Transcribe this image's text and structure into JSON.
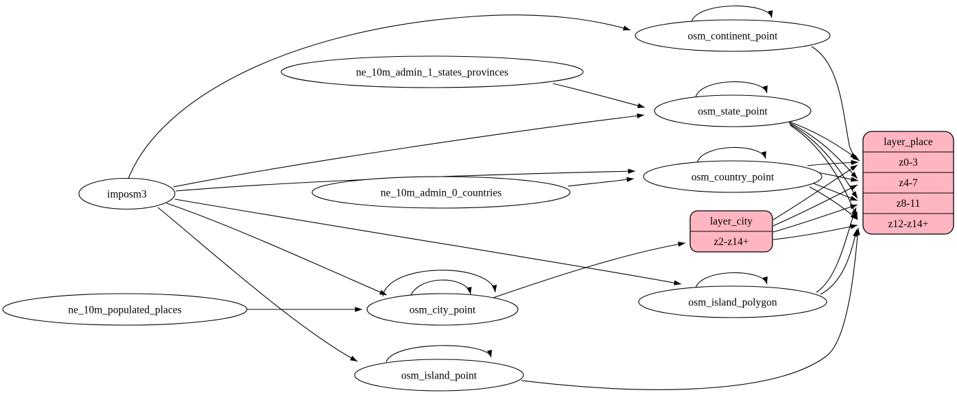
{
  "diagram": {
    "type": "directed-graph",
    "colors": {
      "background": "#ffffff",
      "node_fill": "#ffffff",
      "record_fill": "#ffb6c1",
      "stroke": "#000000"
    },
    "nodes": {
      "imposm3": {
        "label": "imposm3",
        "shape": "ellipse"
      },
      "ne_10m_admin_1_states_provinces": {
        "label": "ne_10m_admin_1_states_provinces",
        "shape": "ellipse"
      },
      "ne_10m_admin_0_countries": {
        "label": "ne_10m_admin_0_countries",
        "shape": "ellipse"
      },
      "ne_10m_populated_places": {
        "label": "ne_10m_populated_places",
        "shape": "ellipse"
      },
      "osm_continent_point": {
        "label": "osm_continent_point",
        "shape": "ellipse"
      },
      "osm_state_point": {
        "label": "osm_state_point",
        "shape": "ellipse"
      },
      "osm_country_point": {
        "label": "osm_country_point",
        "shape": "ellipse"
      },
      "osm_island_polygon": {
        "label": "osm_island_polygon",
        "shape": "ellipse"
      },
      "osm_city_point": {
        "label": "osm_city_point",
        "shape": "ellipse"
      },
      "osm_island_point": {
        "label": "osm_island_point",
        "shape": "ellipse"
      },
      "layer_city": {
        "title": "layer_city",
        "rows": [
          "z2-z14+"
        ],
        "shape": "record"
      },
      "layer_place": {
        "title": "layer_place",
        "rows": [
          "z0-3",
          "z4-7",
          "z8-11",
          "z12-z14+"
        ],
        "shape": "record"
      }
    },
    "edges": [
      {
        "from": "imposm3",
        "to": "osm_continent_point"
      },
      {
        "from": "imposm3",
        "to": "osm_state_point"
      },
      {
        "from": "imposm3",
        "to": "osm_country_point"
      },
      {
        "from": "imposm3",
        "to": "osm_city_point"
      },
      {
        "from": "imposm3",
        "to": "osm_island_polygon"
      },
      {
        "from": "imposm3",
        "to": "osm_island_point"
      },
      {
        "from": "ne_10m_admin_1_states_provinces",
        "to": "osm_state_point"
      },
      {
        "from": "ne_10m_admin_0_countries",
        "to": "osm_country_point"
      },
      {
        "from": "ne_10m_populated_places",
        "to": "osm_city_point"
      },
      {
        "from": "osm_continent_point",
        "to": "osm_continent_point"
      },
      {
        "from": "osm_state_point",
        "to": "osm_state_point"
      },
      {
        "from": "osm_country_point",
        "to": "osm_country_point"
      },
      {
        "from": "osm_island_polygon",
        "to": "osm_island_polygon"
      },
      {
        "from": "osm_city_point",
        "to": "osm_city_point"
      },
      {
        "from": "osm_city_point",
        "to": "osm_city_point"
      },
      {
        "from": "osm_island_point",
        "to": "osm_island_point"
      },
      {
        "from": "osm_continent_point",
        "to": "layer_place:z0-3"
      },
      {
        "from": "osm_state_point",
        "to": "layer_place:z0-3"
      },
      {
        "from": "osm_state_point",
        "to": "layer_place:z4-7"
      },
      {
        "from": "osm_state_point",
        "to": "layer_place:z8-11"
      },
      {
        "from": "osm_state_point",
        "to": "layer_place:z12-z14+"
      },
      {
        "from": "osm_country_point",
        "to": "layer_place:z0-3"
      },
      {
        "from": "osm_country_point",
        "to": "layer_place:z4-7"
      },
      {
        "from": "osm_country_point",
        "to": "layer_place:z8-11"
      },
      {
        "from": "osm_country_point",
        "to": "layer_place:z12-z14+"
      },
      {
        "from": "osm_island_polygon",
        "to": "layer_place:z8-11"
      },
      {
        "from": "osm_island_polygon",
        "to": "layer_place:z12-z14+"
      },
      {
        "from": "osm_island_point",
        "to": "layer_place:z12-z14+"
      },
      {
        "from": "osm_city_point",
        "to": "layer_city:z2-z14+"
      },
      {
        "from": "layer_city",
        "to": "layer_place:z0-3"
      },
      {
        "from": "layer_city",
        "to": "layer_place:z4-7"
      },
      {
        "from": "layer_city",
        "to": "layer_place:z8-11"
      },
      {
        "from": "layer_city",
        "to": "layer_place:z12-z14+"
      }
    ]
  }
}
